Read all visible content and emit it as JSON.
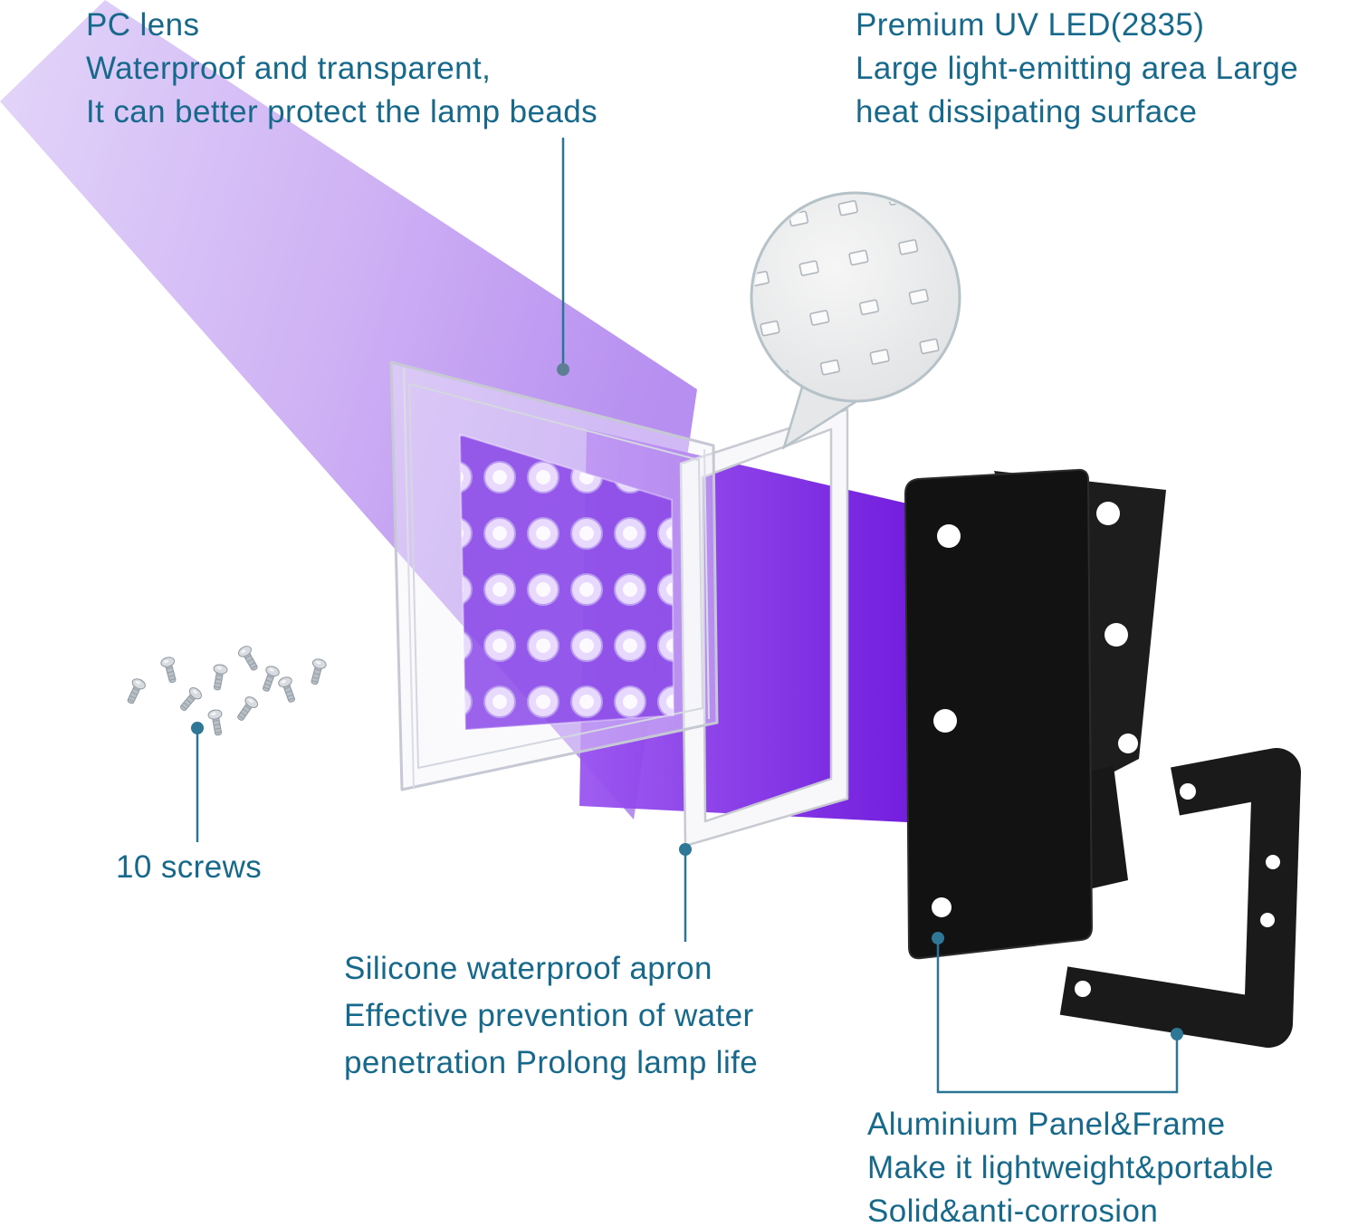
{
  "figure": {
    "type": "exploded-product-annotation-diagram",
    "subject": "UV LED flood light components"
  },
  "colors": {
    "callout_text": "#17698c",
    "callout_line": "#2a7495",
    "beam_light": "#d9c8f6",
    "beam_dark": "#7a22e0",
    "panel_black": "#141414"
  },
  "callouts": {
    "pc_lens": {
      "lines": [
        "PC lens",
        "Waterproof and transparent,",
        "It can better protect the lamp beads"
      ]
    },
    "uv_led": {
      "lines": [
        "Premium UV LED(2835)",
        "Large light-emitting area Large",
        "heat dissipating surface"
      ]
    },
    "screws": {
      "label": "10 screws"
    },
    "silicone": {
      "lines": [
        "Silicone waterproof apron",
        "Effective prevention of water",
        "penetration Prolong lamp life"
      ]
    },
    "frame": {
      "lines": [
        "Aluminium Panel&Frame",
        "Make it lightweight&portable",
        "Solid&anti-corrosion"
      ]
    }
  }
}
